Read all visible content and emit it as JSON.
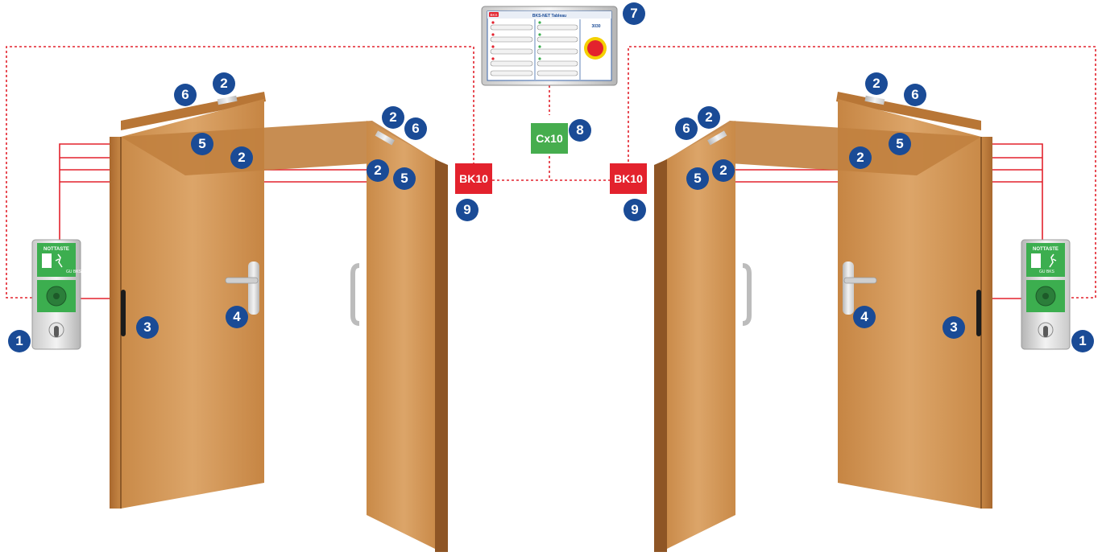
{
  "markers": {
    "m1": "1",
    "m2": "2",
    "m3": "3",
    "m4": "4",
    "m5": "5",
    "m6": "6",
    "m7": "7",
    "m8": "8",
    "m9": "9"
  },
  "modules": {
    "bk_left": "BK10",
    "bk_right": "BK10",
    "cx": "Cx10"
  },
  "panel": {
    "brand": "BKS",
    "title": "BKS-NET Tableau",
    "code": "3030"
  },
  "emergency_switch": {
    "label": "NOTTASTE",
    "brand": "GU BKS"
  },
  "colors": {
    "wire": "#e3222d",
    "marker": "#1a4b96",
    "bk_module": "#e3222d",
    "cx_module": "#46ad4e",
    "door_wood": "#d39a5c",
    "switch_green": "#3cae4f"
  }
}
